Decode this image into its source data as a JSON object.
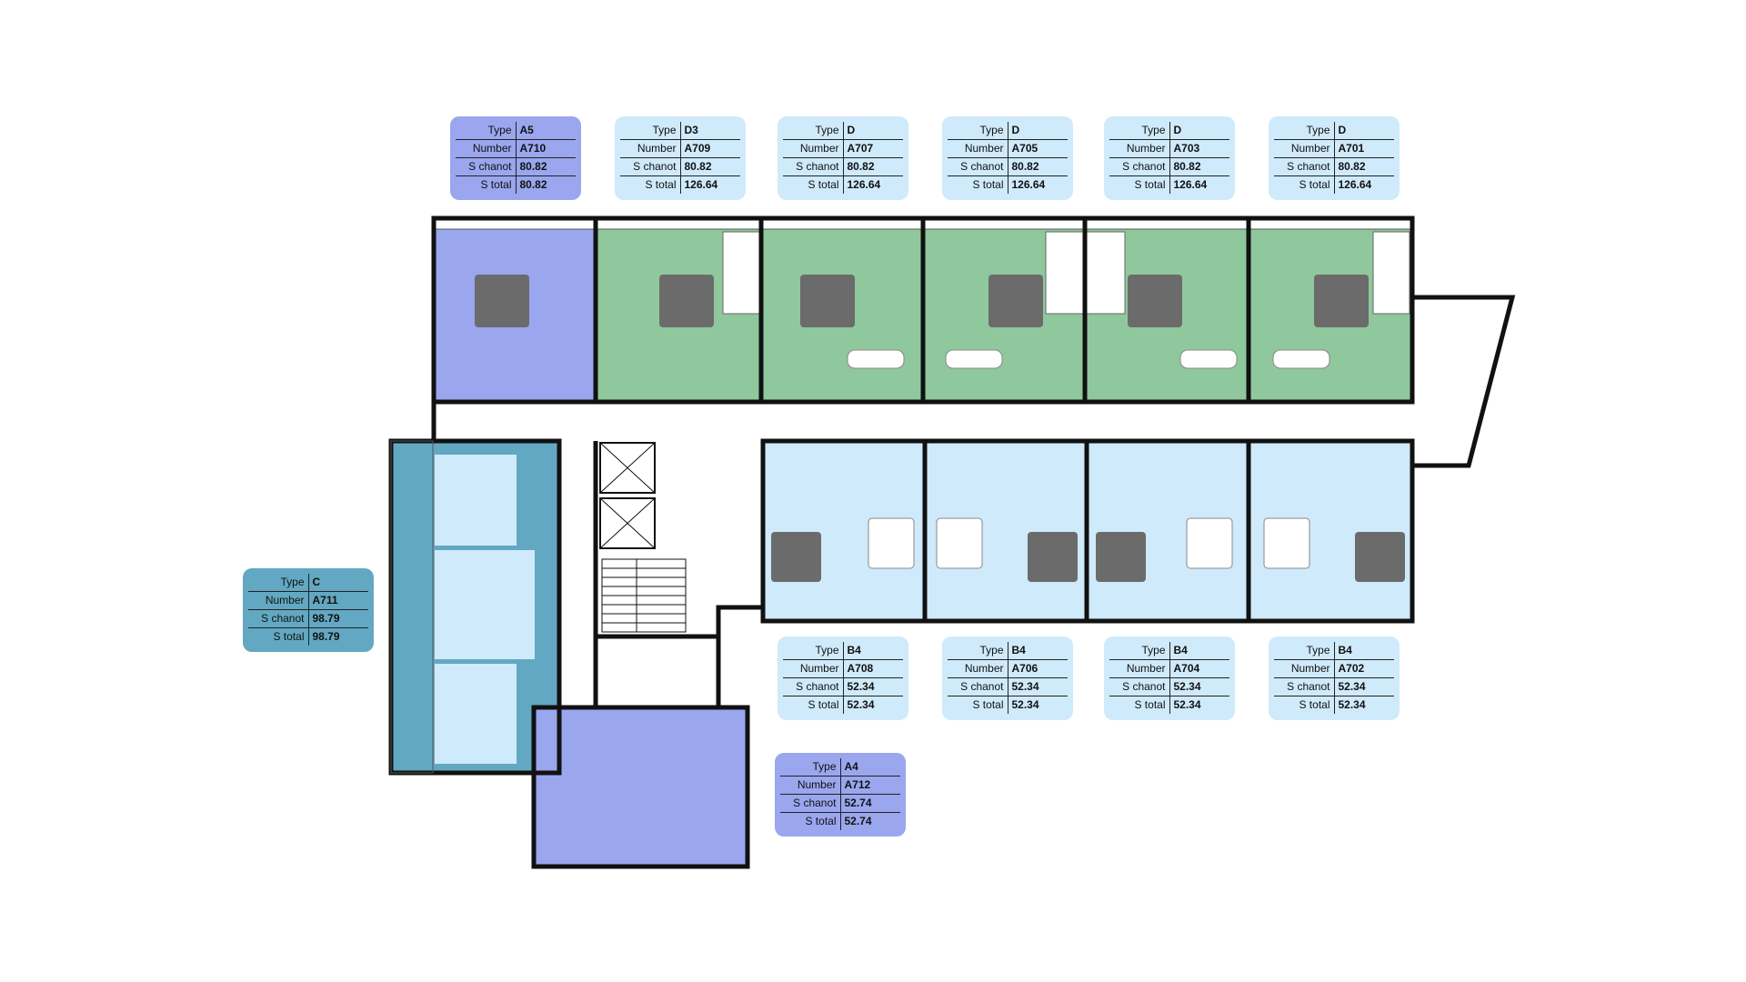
{
  "colors": {
    "A5": "#9aa6ee",
    "A4": "#9aa6ee",
    "D": "#8fc89c",
    "D3": "#8fc89c",
    "B4": "#cfeafb",
    "C": "#62a8c2",
    "wall": "#111111",
    "fixture": "#f4f4f4",
    "furniture_dark": "#6b6b6b"
  },
  "field_labels": {
    "type": "Type",
    "number": "Number",
    "s_chanot": "S chanot",
    "s_total": "S total"
  },
  "units": [
    {
      "id": "a710",
      "type": "A5",
      "number": "A710",
      "s_chanot": "80.82",
      "s_total": "80.82",
      "tag_color": "#9aa6ee"
    },
    {
      "id": "a709",
      "type": "D3",
      "number": "A709",
      "s_chanot": "80.82",
      "s_total": "126.64",
      "tag_color": "#cfeafb"
    },
    {
      "id": "a707",
      "type": "D",
      "number": "A707",
      "s_chanot": "80.82",
      "s_total": "126.64",
      "tag_color": "#cfeafb"
    },
    {
      "id": "a705",
      "type": "D",
      "number": "A705",
      "s_chanot": "80.82",
      "s_total": "126.64",
      "tag_color": "#cfeafb"
    },
    {
      "id": "a703",
      "type": "D",
      "number": "A703",
      "s_chanot": "80.82",
      "s_total": "126.64",
      "tag_color": "#cfeafb"
    },
    {
      "id": "a701",
      "type": "D",
      "number": "A701",
      "s_chanot": "80.82",
      "s_total": "126.64",
      "tag_color": "#cfeafb"
    },
    {
      "id": "a711",
      "type": "C",
      "number": "A711",
      "s_chanot": "98.79",
      "s_total": "98.79",
      "tag_color": "#62a8c2"
    },
    {
      "id": "a708",
      "type": "B4",
      "number": "A708",
      "s_chanot": "52.34",
      "s_total": "52.34",
      "tag_color": "#cfeafb"
    },
    {
      "id": "a706",
      "type": "B4",
      "number": "A706",
      "s_chanot": "52.34",
      "s_total": "52.34",
      "tag_color": "#cfeafb"
    },
    {
      "id": "a704",
      "type": "B4",
      "number": "A704",
      "s_chanot": "52.34",
      "s_total": "52.34",
      "tag_color": "#cfeafb"
    },
    {
      "id": "a702",
      "type": "B4",
      "number": "A702",
      "s_chanot": "52.34",
      "s_total": "52.34",
      "tag_color": "#cfeafb"
    },
    {
      "id": "a712",
      "type": "A4",
      "number": "A712",
      "s_chanot": "52.74",
      "s_total": "52.74",
      "tag_color": "#9aa6ee"
    }
  ]
}
